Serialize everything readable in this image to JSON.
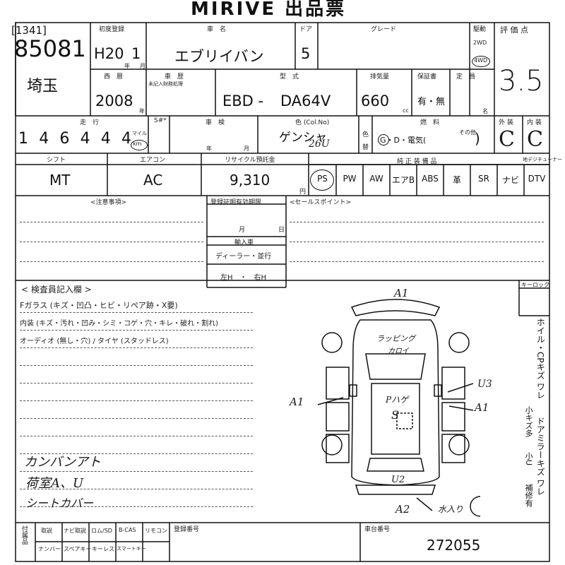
{
  "header": {
    "title": "MIRIVE 出品票",
    "lot_code": "[1341]",
    "lot_number": "85081",
    "region": "埼玉"
  },
  "labels": {
    "first_reg": "初度登録",
    "year_unit": "年",
    "month_unit": "月",
    "car_name": "車　名",
    "doors": "ドア",
    "grade": "グレード",
    "drive": "駆動",
    "drive_2wd": "2WD",
    "drive_4wd": "4WD",
    "score": "評 価 点",
    "seireki": "西　暦",
    "rekishi": "車　歴",
    "rekishi_sub": "未記入財務処理",
    "model": "型　式",
    "displacement": "排気量",
    "cc": "cc",
    "warranty": "保証書",
    "warranty_opts": "有・無",
    "capacity": "定　員",
    "mei": "名",
    "mileage": "走　行",
    "shaken": "車　検",
    "mile": "マイル",
    "km": "km",
    "color": "色 (Col.No)",
    "iro": "色",
    "kae": "替",
    "fuel": "燃　料",
    "fuel_opts": "G・D・電気(",
    "fuel_other": "その他",
    "fuel_close": ")",
    "exterior": "外 装",
    "interior": "内 装",
    "shift": "シフト",
    "aircon": "エアコン",
    "recycle": "リサイクル預託金",
    "yen": "円",
    "equipment": "純 正 装 備 品",
    "navi_tuner": "地デジチューナー",
    "notes": "<注意事項>",
    "reg_deadline": "登録証明有効期限",
    "tsuki": "月",
    "hi": "日",
    "import": "輸入車",
    "dealer": "ディーラー・並行",
    "handle": "左H　・　右H",
    "sales_point": "<セールスポイント>",
    "key_lock": "キーロック",
    "inspector": "< 検査員記入欄 >",
    "glass_line": "Fガラス (キズ・凹凸・ヒビ・リペア跡・X要)",
    "interior_line": "内装 (キズ・汚れ・凹み・シミ・コゲ・穴・キレ・破れ・割れ)",
    "audio_line": "オーディオ (無し・穴) / タイヤ (スタッドレス)",
    "side_line1": "ホイル・CPキズ ワレ",
    "side_line2": "小キズ多",
    "side_line3": "ドアミラーキズ ワレ",
    "side_line4": "小U",
    "side_line5": "補修有",
    "bottom_col1": "取説",
    "bottom_col2": "ナビ取説",
    "bottom_col3": "ロム/SD",
    "bottom_col4": "B-CAS",
    "bottom_col5": "リモコン",
    "bottom_col6": "ナンバー",
    "bottom_col7": "スペアキー",
    "bottom_col8": "キーレス",
    "bottom_col9": "スマートキー",
    "bottom_left": "付属品",
    "reg_no": "登録番号",
    "chassis_no": "車台番号"
  },
  "values": {
    "era": "H20",
    "month": "1",
    "car_name": "エブリイバン",
    "doors": "5",
    "score": "3.5",
    "year": "2008",
    "model_prefix": "EBD -",
    "model_code": "DA64V",
    "displacement": "660",
    "mileage_digits": [
      "1",
      "4",
      "6",
      "4",
      "4",
      "4"
    ],
    "color": "ゲンシャ",
    "color_no": "26U",
    "exterior": "C",
    "interior": "C",
    "shift": "MT",
    "aircon": "AC",
    "recycle": "9,310",
    "chassis_no": "272055"
  },
  "equipment": [
    "PS",
    "PW",
    "AW",
    "エアB",
    "ABS",
    "革",
    "SR",
    "ナビ",
    "DTV"
  ],
  "equipment_circled": [
    "PS"
  ],
  "diagram_notes": {
    "a1_top": "A1",
    "wrapping": "ラッピング",
    "kaoi": "カロイ",
    "u3": "U3",
    "a1_left": "A1",
    "a1_right": "A1",
    "p_hage": "Pハゲ",
    "s_mark": "S",
    "u2": "U2",
    "a2": "A2",
    "mizuiri": "水入り"
  },
  "handwritten": [
    "カンバンアト",
    "荷室A、U",
    "シートカバー"
  ],
  "colors": {
    "ink": "#111111",
    "paper": "#ffffff"
  }
}
